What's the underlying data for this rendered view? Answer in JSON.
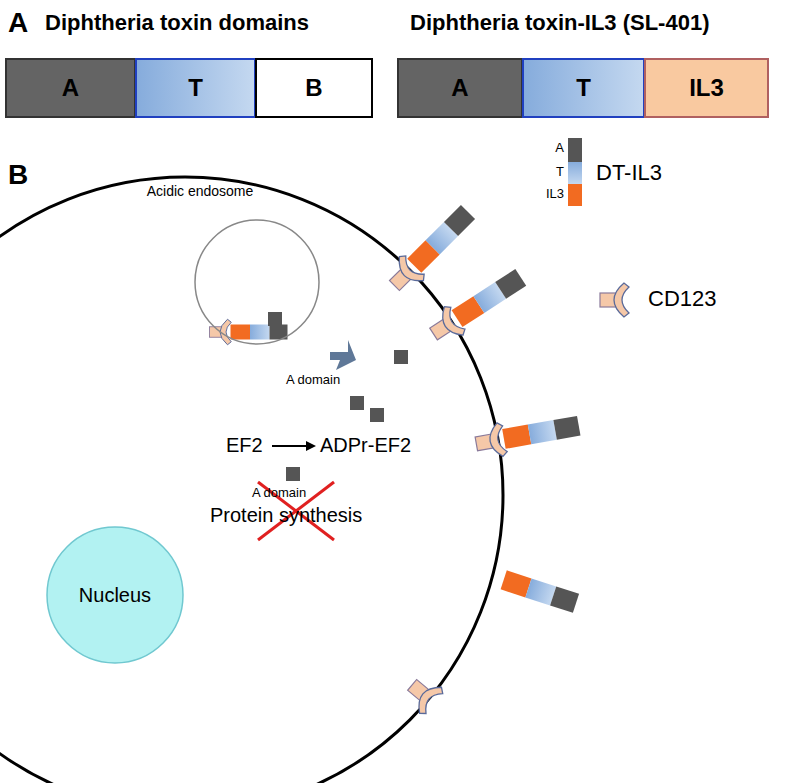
{
  "diagram": {
    "nodes": [
      {
        "text": [
          "A"
        ]
      },
      {
        "text": [
          "T"
        ]
      },
      {
        "text": [
          "B"
        ]
      },
      {
        "text": [
          "A"
        ]
      },
      {
        "text": [
          "T"
        ]
      },
      {
        "text": [
          "IL3"
        ]
      },
      {
        "text": [
          "Acidic endosome"
        ]
      },
      {
        "text": [
          "Nucleus"
        ]
      }
    ],
    "labels": [
      "A",
      "Diphtheria toxin domains",
      "Diphtheria toxin-IL3 (SL-401)",
      "B",
      "A",
      "T",
      "IL3",
      "DT-IL3",
      "CD123",
      "A domain",
      "EF2",
      "ADPr-EF2",
      "A domain",
      "Protein synthesis"
    ]
  }
}
